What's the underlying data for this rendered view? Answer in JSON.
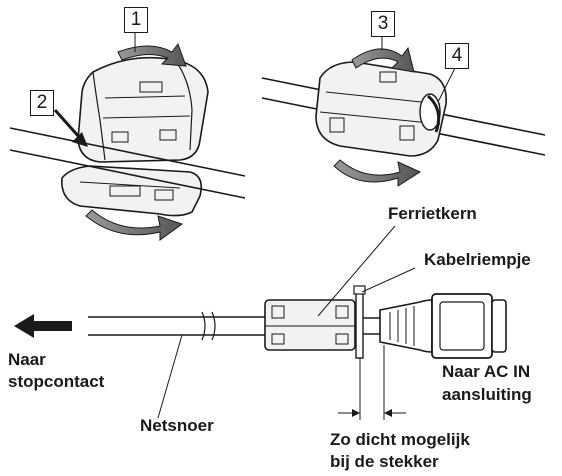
{
  "steps": [
    "1",
    "2",
    "3",
    "4"
  ],
  "labels": {
    "ferrite_core": "Ferrietkern",
    "cable_tie": "Kabelriempje",
    "to_outlet_line1": "Naar",
    "to_outlet_line2": "stopcontact",
    "to_ac_in_line1": "Naar AC IN",
    "to_ac_in_line2": "aansluiting",
    "power_cord": "Netsnoer",
    "close_line1": "Zo dicht mogelijk",
    "close_line2": "bij de stekker"
  },
  "colors": {
    "ink": "#1a1a1a",
    "core_fill": "#f2f2f2",
    "arrow_fill": "#666666"
  }
}
